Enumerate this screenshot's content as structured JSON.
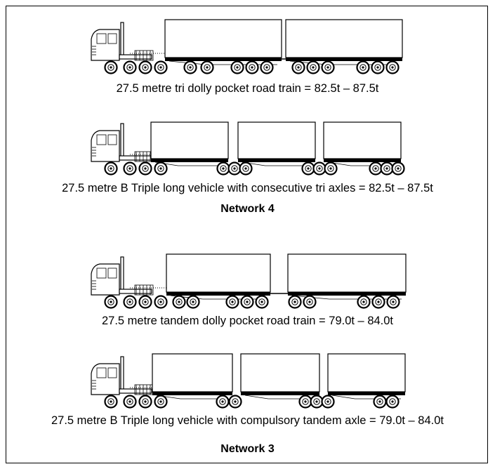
{
  "vehicles": [
    {
      "caption": "27.5 metre tri dolly pocket road train = 82.5t – 87.5t"
    },
    {
      "caption": "27.5 metre B Triple long vehicle with consecutive tri axles = 82.5t – 87.5t"
    },
    {
      "caption": "27.5 metre tandem dolly pocket road train = 79.0t – 84.0t"
    },
    {
      "caption": "27.5 metre B Triple long vehicle with compulsory tandem axle = 79.0t – 84.0t"
    }
  ],
  "networks": [
    {
      "label": "Network 4"
    },
    {
      "label": "Network 3"
    }
  ]
}
